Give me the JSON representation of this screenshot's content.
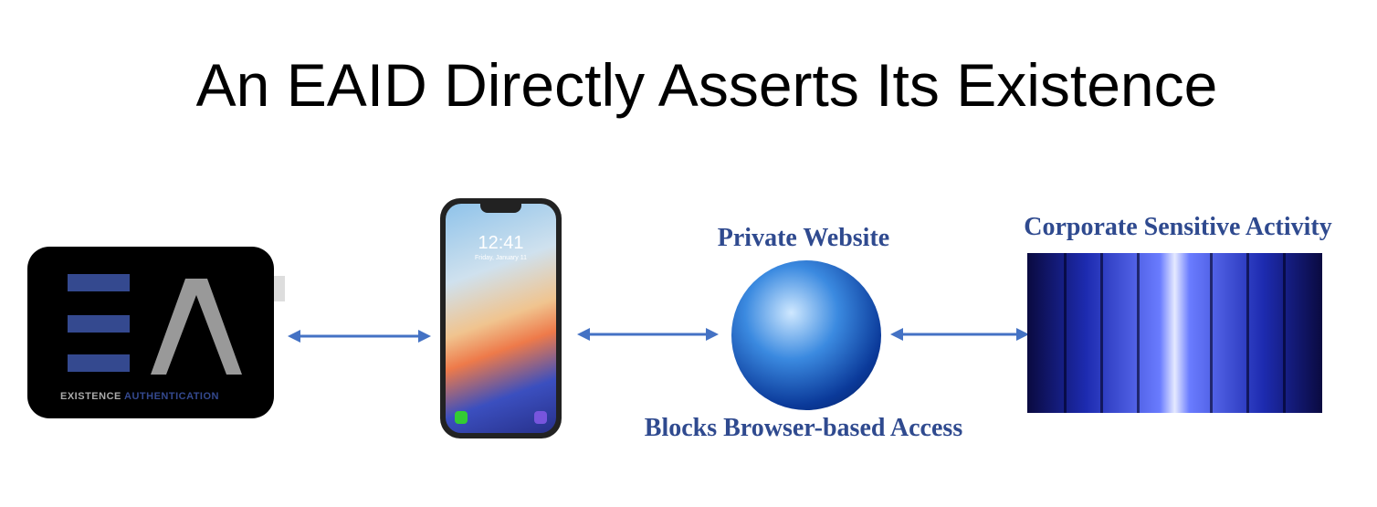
{
  "title": "An EAID Directly Asserts Its Existence",
  "device": {
    "brand_word1": "EXISTENCE",
    "brand_word2": "AUTHENTICATION"
  },
  "phone": {
    "time": "12:41",
    "date": "Friday, January 11"
  },
  "labels": {
    "private_website": "Private Website",
    "blocks": "Blocks Browser-based Access",
    "corporate": "Corporate Sensitive Activity"
  },
  "colors": {
    "arrow": "#4472C4",
    "label": "#2F4A8F",
    "logo_bar": "#34498F",
    "logo_a": "#999999"
  }
}
